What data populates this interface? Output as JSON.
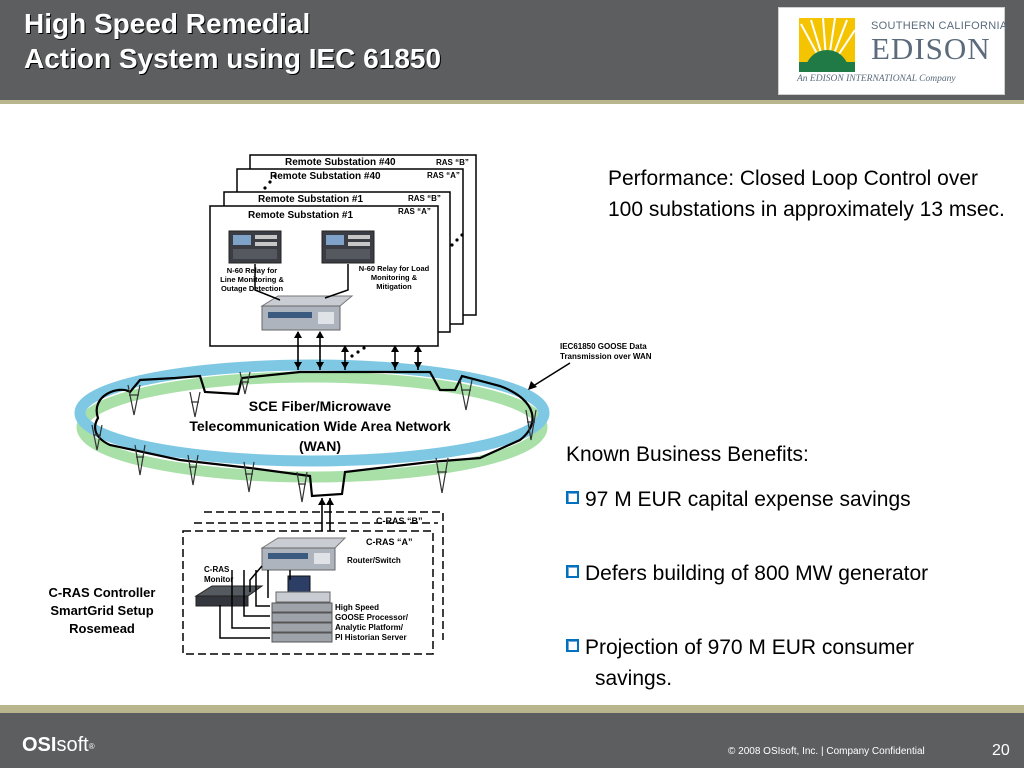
{
  "header": {
    "title_line1": "High Speed Remedial",
    "title_line2": "Action System using IEC 61850"
  },
  "logo": {
    "line1": "SOUTHERN CALIFORNIA",
    "line2": "EDISON",
    "line3": "An EDISON INTERNATIONAL Company"
  },
  "diagram": {
    "remote_back2": "Remote Substation #40",
    "remote_back1": "Remote Substation #40",
    "remote_front2": "Remote Substation #1",
    "remote_front1": "Remote Substation #1",
    "ras_b": "RAS “B”",
    "ras_a": "RAS “A”",
    "relay1": [
      "N-60 Relay for",
      "Line Monitoring &",
      "Outage Detection"
    ],
    "relay2": [
      "N-60 Relay for Load",
      "Monitoring &",
      "Mitigation"
    ],
    "goose_note": [
      "IEC61850 GOOSE Data",
      "Transmission over WAN"
    ],
    "wan": [
      "SCE Fiber/Microwave",
      "Telecommunication  Wide Area Network",
      "(WAN)"
    ],
    "cras_b": "C-RAS “B”",
    "cras_a": "C-RAS “A”",
    "router": "Router/Switch",
    "monitor": [
      "C-RAS",
      "Monitor"
    ],
    "processor": [
      "High Speed",
      "GOOSE Processor/",
      "Analytic Platform/",
      "PI Historian Server"
    ],
    "controller": [
      "C-RAS Controller",
      "SmartGrid Setup",
      "Rosemead"
    ]
  },
  "content": {
    "performance": "Performance: Closed Loop Control over 100 substations in approximately 13 msec.",
    "benefits_heading": "Known Business Benefits:",
    "benefit1": "97 M EUR capital expense savings",
    "benefit2": "Defers building of 800 MW generator",
    "benefit3_line1": "Projection of 970 M EUR consumer",
    "benefit3_line2": "savings."
  },
  "footer": {
    "brand_bold": "OSI",
    "brand_light": "soft",
    "brand_reg": "®",
    "copyright": "© 2008 OSIsoft, Inc.  |  Company Confidential",
    "page_number": "20"
  },
  "colors": {
    "header_bg": "#5d5e60",
    "accent_line": "#b9b58c",
    "wan_blue": "#7ec8e3",
    "wan_green": "#a8e0a8",
    "checkbox_blue": "#0070c0"
  },
  "icons": [
    "sun-logo-icon",
    "checkbox-bullet-icon",
    "relay-icon",
    "router-icon",
    "tower-icon",
    "monitor-icon",
    "server-icon"
  ]
}
